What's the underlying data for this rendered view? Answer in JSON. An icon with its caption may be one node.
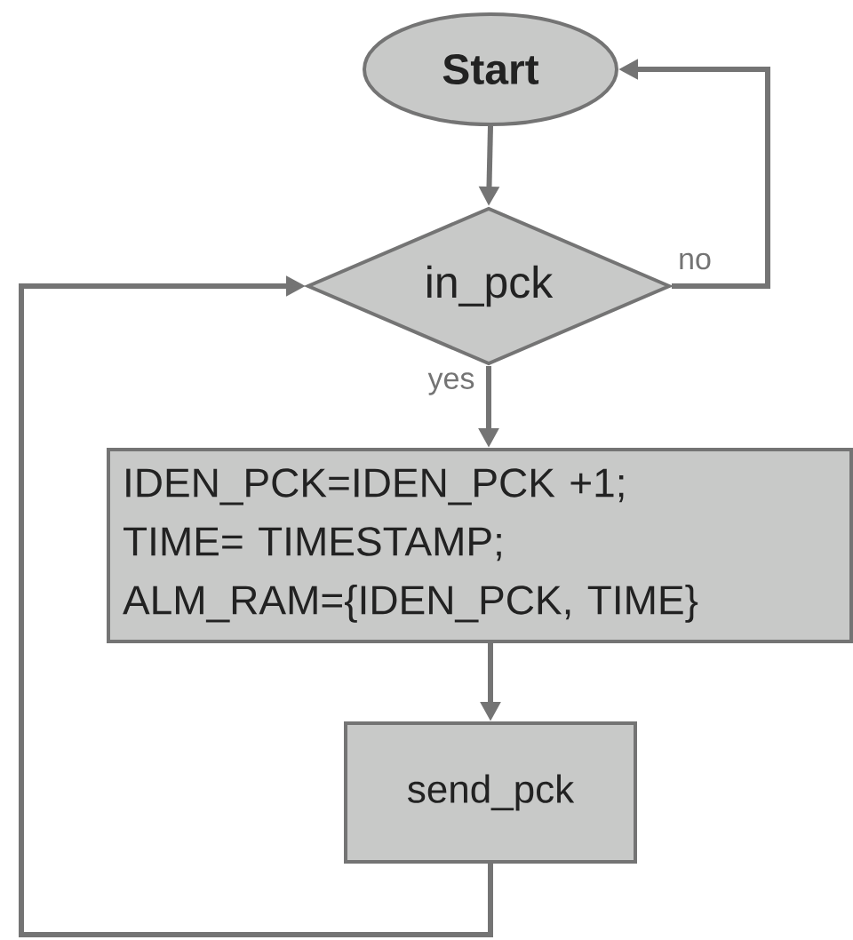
{
  "diagram": {
    "nodes": [
      {
        "text": [
          "Start"
        ]
      },
      {
        "text": [
          "in_pck"
        ]
      },
      {
        "text": [
          "IDEN_PCK=IDEN_PCK +1;",
          "TIME= TIMESTAMP;",
          "ALM_RAM={IDEN_PCK, TIME}"
        ]
      },
      {
        "text": [
          "send_pck"
        ]
      }
    ],
    "edges": [
      {
        "from": 0,
        "to": 1,
        "arrow": "to"
      },
      {
        "from": 1,
        "to": 0,
        "arrow": "to",
        "label": "no"
      },
      {
        "from": 1,
        "to": 2,
        "arrow": "to",
        "label": "yes"
      },
      {
        "from": 2,
        "to": 3,
        "arrow": "to"
      },
      {
        "from": 3,
        "to": 1,
        "arrow": "to"
      }
    ]
  }
}
